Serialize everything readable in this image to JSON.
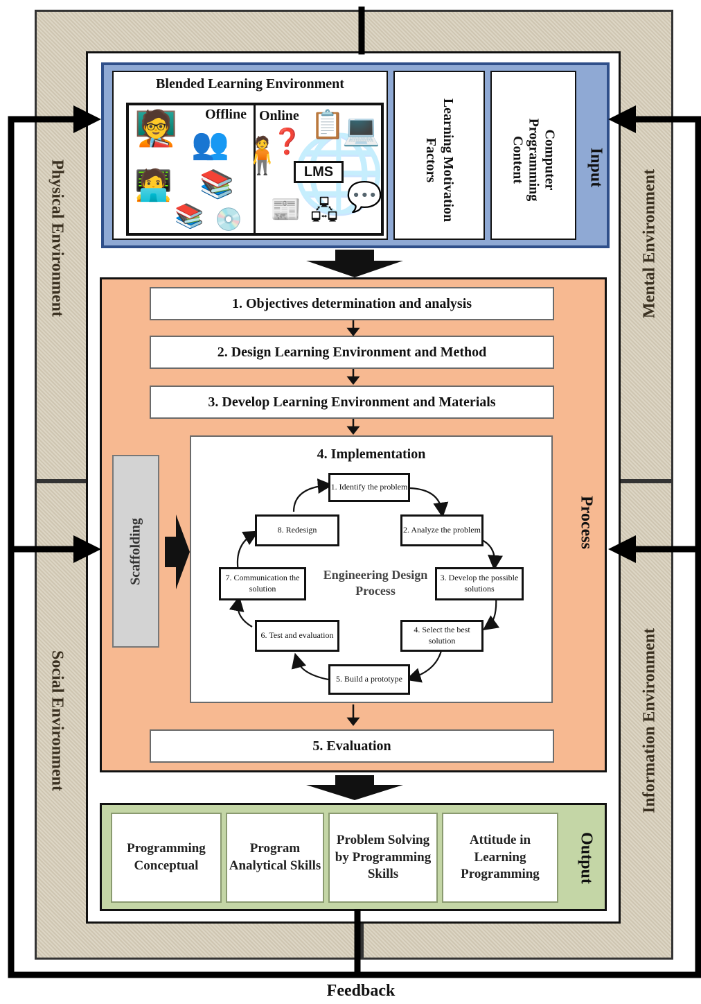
{
  "environments": {
    "physical": "Physical Environment",
    "social": "Social Environment",
    "mental": "Mental Environment",
    "information": "Information Environment"
  },
  "input": {
    "label": "Input",
    "blended_title": "Blended Learning Environment",
    "offline_label": "Offline",
    "online_label": "Online",
    "lms_label": "LMS",
    "motivation": "Learning Motivation Factors",
    "content": "Computer Programming Content",
    "offline_icons": [
      "teacher-presentation-icon",
      "group-discussion-icon",
      "desk-study-icon",
      "bookshelf-icon",
      "books-icon",
      "cd-icon",
      "student-icon"
    ],
    "online_icons": [
      "question-icon",
      "checklist-icon",
      "laptop-icon",
      "globe-icon",
      "document-icon",
      "network-icon",
      "chat-icon"
    ]
  },
  "process": {
    "label": "Process",
    "steps": [
      "1. Objectives determination and analysis",
      "2. Design Learning Environment and Method",
      "3. Develop Learning Environment and Materials"
    ],
    "implementation_title": "4. Implementation",
    "edp_center": "Engineering Design Process",
    "cycle": [
      "1. Identify the problem",
      "2. Analyze the problem",
      "3. Develop the possible solutions",
      "4. Select the best solution",
      "5. Build a prototype",
      "6. Test and evaluation",
      "7. Communication the solution",
      "8. Redesign"
    ],
    "scaffolding": "Scaffolding",
    "evaluation": "5. Evaluation"
  },
  "output": {
    "label": "Output",
    "items": [
      "Programming Conceptual",
      "Program Analytical Skills",
      "Problem Solving by Programming Skills",
      "Attitude in Learning Programming"
    ]
  },
  "feedback": "Feedback",
  "colors": {
    "environment": "#d6cdb8",
    "input_bg": "#8fa9d4",
    "input_border": "#2f4f8a",
    "process_bg": "#f7b991",
    "output_bg": "#c4d6a6",
    "scaffold_bg": "#d3d3d3",
    "line": "#000000"
  }
}
